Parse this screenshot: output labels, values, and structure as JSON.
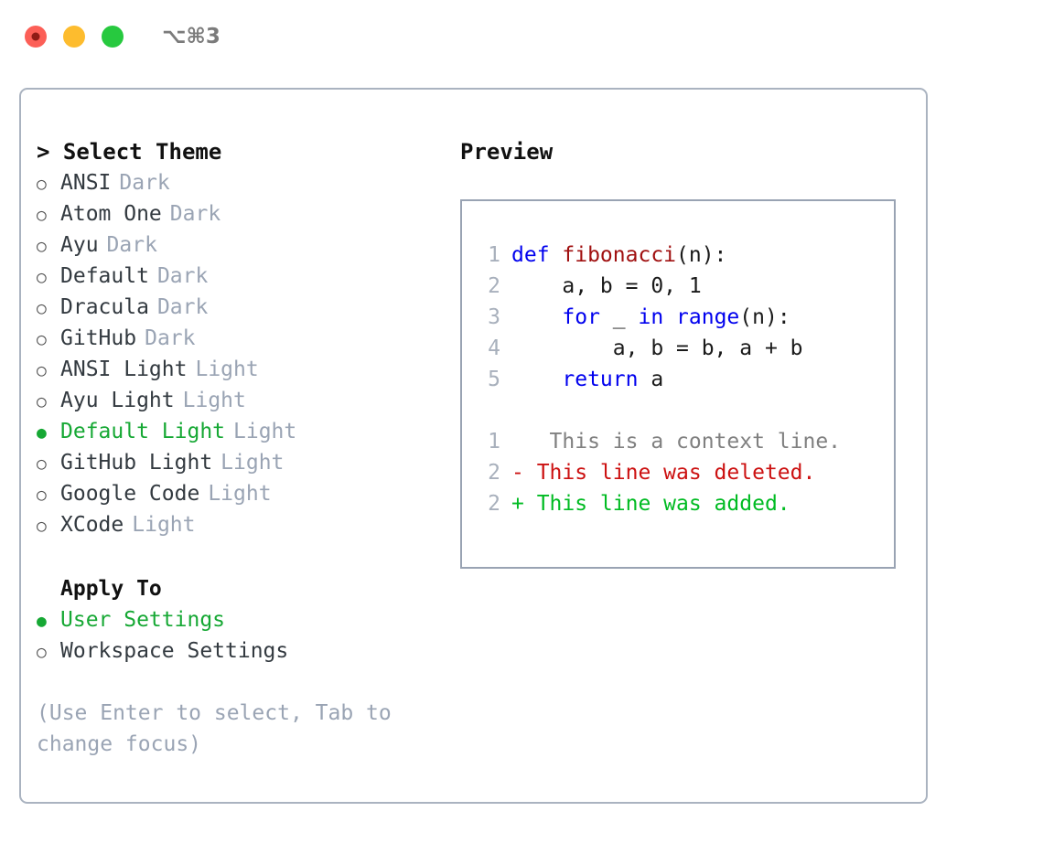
{
  "window": {
    "title": "⌥⌘3",
    "traffic_lights": [
      {
        "name": "close",
        "color": "#fc5f57"
      },
      {
        "name": "minimize",
        "color": "#fdbc2e"
      },
      {
        "name": "maximize",
        "color": "#27c93f"
      }
    ]
  },
  "theme_picker": {
    "heading": "Select Theme",
    "caret": ">",
    "marker_selected": "●",
    "marker_unselected": "○",
    "accent_color": "#16a834",
    "muted_color": "#9aa4b4",
    "items": [
      {
        "name": "ANSI",
        "mode": "Dark",
        "selected": false
      },
      {
        "name": "Atom One",
        "mode": "Dark",
        "selected": false
      },
      {
        "name": "Ayu",
        "mode": "Dark",
        "selected": false
      },
      {
        "name": "Default",
        "mode": "Dark",
        "selected": false
      },
      {
        "name": "Dracula",
        "mode": "Dark",
        "selected": false
      },
      {
        "name": "GitHub",
        "mode": "Dark",
        "selected": false
      },
      {
        "name": "ANSI Light",
        "mode": "Light",
        "selected": false
      },
      {
        "name": "Ayu Light",
        "mode": "Light",
        "selected": false
      },
      {
        "name": "Default Light",
        "mode": "Light",
        "selected": true
      },
      {
        "name": "GitHub Light",
        "mode": "Light",
        "selected": false
      },
      {
        "name": "Google Code",
        "mode": "Light",
        "selected": false
      },
      {
        "name": "XCode",
        "mode": "Light",
        "selected": false
      }
    ]
  },
  "apply_to": {
    "heading": "Apply To",
    "items": [
      {
        "name": "User Settings",
        "selected": true
      },
      {
        "name": "Workspace Settings",
        "selected": false
      }
    ]
  },
  "hint": "(Use Enter to select, Tab to change focus)",
  "preview": {
    "title": "Preview",
    "code_lines": [
      {
        "no": "1",
        "tokens": [
          {
            "t": "def ",
            "c": "kw"
          },
          {
            "t": "fibonacci",
            "c": "fn"
          },
          {
            "t": "(n):",
            "c": "plain"
          }
        ]
      },
      {
        "no": "2",
        "tokens": [
          {
            "t": "    a, b = 0, 1",
            "c": "plain"
          }
        ]
      },
      {
        "no": "3",
        "tokens": [
          {
            "t": "    ",
            "c": "plain"
          },
          {
            "t": "for",
            "c": "kw"
          },
          {
            "t": " _ ",
            "c": "plain"
          },
          {
            "t": "in",
            "c": "kw"
          },
          {
            "t": " ",
            "c": "plain"
          },
          {
            "t": "range",
            "c": "kw"
          },
          {
            "t": "(n):",
            "c": "plain"
          }
        ]
      },
      {
        "no": "4",
        "tokens": [
          {
            "t": "        a, b = b, a + b",
            "c": "plain"
          }
        ]
      },
      {
        "no": "5",
        "tokens": [
          {
            "t": "    ",
            "c": "plain"
          },
          {
            "t": "return",
            "c": "kw"
          },
          {
            "t": " a",
            "c": "plain"
          }
        ]
      }
    ],
    "diff_lines": [
      {
        "no": "1",
        "sign": " ",
        "text": "  This is a context line.",
        "kind": "ctx"
      },
      {
        "no": "2",
        "sign": "-",
        "text": " This line was deleted.",
        "kind": "del"
      },
      {
        "no": "2",
        "sign": "+",
        "text": " This line was added.",
        "kind": "add"
      }
    ]
  }
}
